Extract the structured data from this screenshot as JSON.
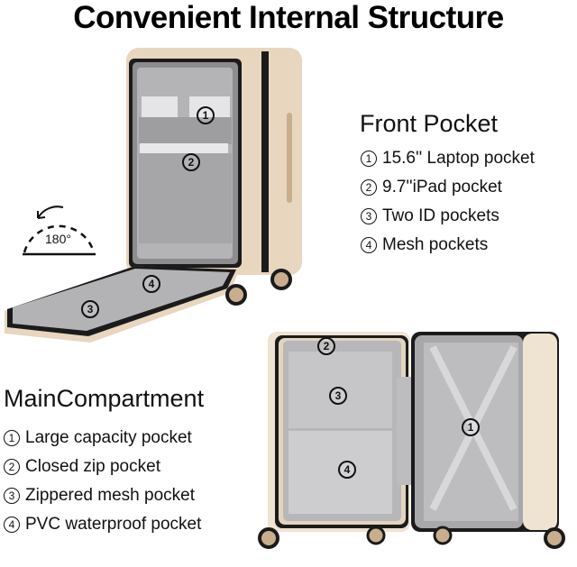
{
  "title": "Convenient Internal Structure",
  "front_pocket": {
    "heading": "Front Pocket",
    "items": [
      {
        "num": "1",
        "label": "15.6'' Laptop pocket"
      },
      {
        "num": "2",
        "label": "9.7''iPad pocket"
      },
      {
        "num": "3",
        "label": "Two ID pockets"
      },
      {
        "num": "4",
        "label": "Mesh pockets"
      }
    ]
  },
  "main_compartment": {
    "heading": "MainCompartment",
    "items": [
      {
        "num": "1",
        "label": "Large capacity  pocket"
      },
      {
        "num": "2",
        "label": "Closed zip pocket"
      },
      {
        "num": "3",
        "label": "Zippered mesh pocket"
      },
      {
        "num": "4",
        "label": "PVC waterproof pocket"
      }
    ]
  },
  "rotation_icon": {
    "label": "180°"
  },
  "image_badges": {
    "front": [
      "1",
      "2",
      "3",
      "4"
    ],
    "main": [
      "1",
      "2",
      "3",
      "4"
    ]
  },
  "colors": {
    "shell": "#e8d6bf",
    "lining": "#a9a9ab",
    "trim": "#1b1b1b",
    "wheel": "#c9ae8e"
  }
}
